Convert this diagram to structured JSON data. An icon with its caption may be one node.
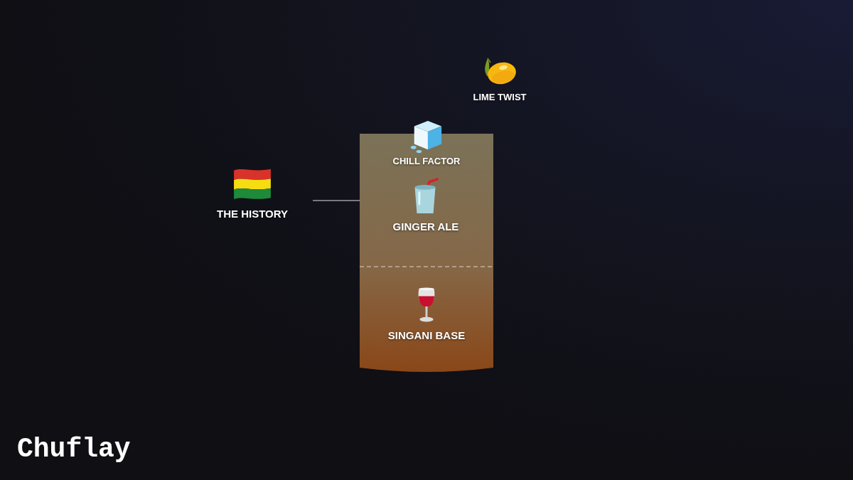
{
  "diagram": {
    "title": "Chuflay",
    "nodes": [
      {
        "text": [
          "THE HISTORY"
        ]
      },
      {
        "text": [],
        "shape": "glass"
      },
      {
        "text": [
          "GINGER ALE"
        ],
        "in": 1
      },
      {
        "text": [
          "SINGANI BASE"
        ],
        "in": 1
      }
    ],
    "edges": [
      {
        "from": 0,
        "to": 1,
        "arrow": "none"
      }
    ],
    "labels": [
      "LIME TWIST",
      "CHILL FACTOR"
    ]
  }
}
